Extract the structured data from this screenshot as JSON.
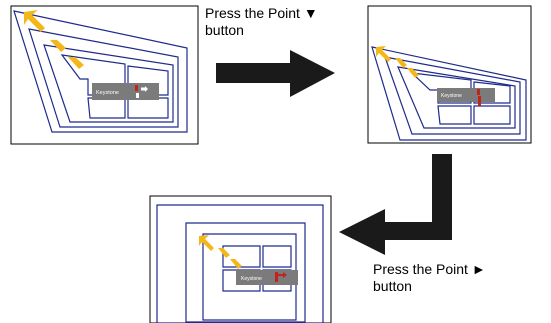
{
  "steps": [
    {
      "instruction_line1": "Press the Point ▼",
      "instruction_line2": "button"
    },
    {
      "instruction_line1": "Press the Point ►",
      "instruction_line2": "button"
    }
  ],
  "osd": {
    "label": "Keystone"
  },
  "colors": {
    "line": "#1f2b8c",
    "pointer": "#f4b71a",
    "osd_bg": "#7b7b7b",
    "osd_text": "#ffffff",
    "corner_marker": "#c2241b",
    "frame": "#000000",
    "arrow": "#1a1a1a"
  }
}
